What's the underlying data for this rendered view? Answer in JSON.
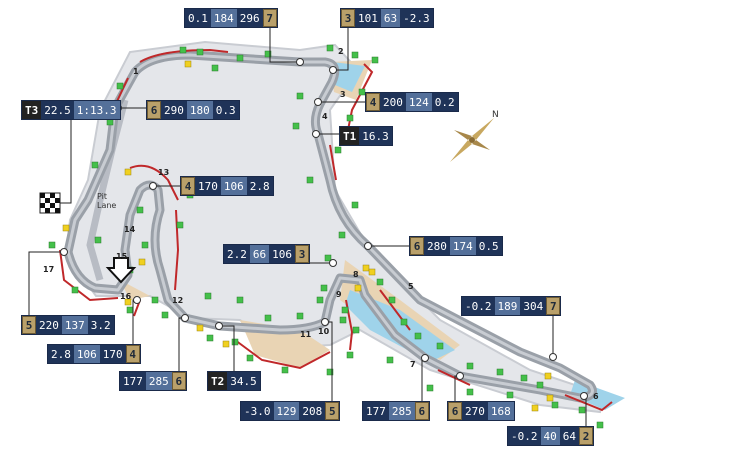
{
  "callouts": [
    {
      "id": "t1_top",
      "values": [
        "0.1",
        "184",
        "296"
      ],
      "gear": "7"
    },
    {
      "id": "t2_top",
      "gear": "3",
      "values": [
        "101",
        "63",
        "-2.3"
      ]
    },
    {
      "id": "t3",
      "gear": "4",
      "values": [
        "200",
        "124",
        "0.2"
      ]
    },
    {
      "id": "t1_timing",
      "badge": "T1",
      "values": [
        "16.3"
      ]
    },
    {
      "id": "t3_lap",
      "badge": "T3",
      "values": [
        "22.5",
        "1:13.3"
      ]
    },
    {
      "id": "s1",
      "gear": "6",
      "values": [
        "290",
        "180",
        "0.3"
      ]
    },
    {
      "id": "t13",
      "gear": "4",
      "values": [
        "170",
        "106",
        "2.8"
      ]
    },
    {
      "id": "t8",
      "values": [
        "2.2",
        "66",
        "106"
      ],
      "gear": "3"
    },
    {
      "id": "t5",
      "gear": "6",
      "values": [
        "280",
        "174",
        "0.5"
      ]
    },
    {
      "id": "t6a",
      "values": [
        "-0.2",
        "189",
        "304"
      ],
      "gear": "7"
    },
    {
      "id": "t17",
      "gear": "5",
      "values": [
        "220",
        "137",
        "3.2"
      ]
    },
    {
      "id": "t15",
      "values": [
        "2.8",
        "106",
        "170"
      ],
      "gear": "4"
    },
    {
      "id": "t12",
      "values": [
        "177",
        "285"
      ],
      "gear": "6"
    },
    {
      "id": "t2_timing",
      "badge": "T2",
      "values": [
        "34.5"
      ]
    },
    {
      "id": "t10",
      "values": [
        "-3.0",
        "129",
        "208"
      ],
      "gear": "5"
    },
    {
      "id": "t7a",
      "values": [
        "177",
        "285"
      ],
      "gear": "6"
    },
    {
      "id": "t7b",
      "gear": "6",
      "values": [
        "270",
        "168"
      ]
    },
    {
      "id": "t6b",
      "values": [
        "-0.2",
        "40",
        "64"
      ],
      "gear": "2"
    }
  ],
  "turns": [
    "1",
    "2",
    "3",
    "4",
    "5",
    "6",
    "7",
    "8",
    "9",
    "10",
    "11",
    "12",
    "13",
    "14",
    "15",
    "16",
    "17"
  ],
  "pit_lane": {
    "line1": "Pit",
    "line2": "Lane"
  },
  "compass": {
    "north": "N"
  },
  "colors": {
    "track": "#9aa0a8",
    "kerb": "#c0282a",
    "runoff": "#e9d4b4",
    "gravel": "#9fd3ea",
    "infield": "#e4e6ea",
    "marker_green": "#44c04a",
    "marker_yellow": "#f0d020"
  }
}
